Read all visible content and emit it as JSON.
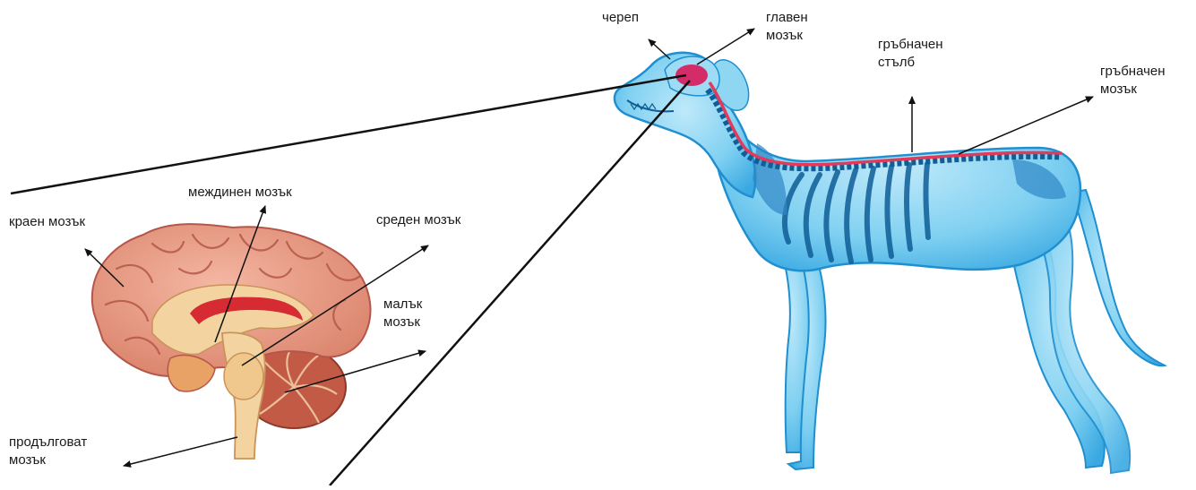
{
  "colors": {
    "dog_body": "#5bc3ec",
    "dog_edge": "#1f8fd0",
    "dog_bone": "#0f5e97",
    "spinal_cord": "#e23a5b",
    "brain_highlight": "#d9185a",
    "brain_cortex": "#e89a83",
    "brain_fold": "#b4574a",
    "cerebellum": "#b54a3c",
    "midbrain": "#f3d4a1",
    "corpus_callosum": "#d62b33",
    "line": "#111111"
  },
  "labels": {
    "skull": "череп",
    "brain": [
      "главен",
      "мозък"
    ],
    "spinal_column": [
      "гръбначен",
      "стълб"
    ],
    "spinal_cord": [
      "гръбначен",
      "мозък"
    ],
    "forebrain": "краен мозък",
    "diencephalon": "междинен мозък",
    "midbrain": "среден мозък",
    "cerebellum": [
      "малък",
      "мозък"
    ],
    "medulla": [
      "продълговат",
      "мозък"
    ]
  }
}
